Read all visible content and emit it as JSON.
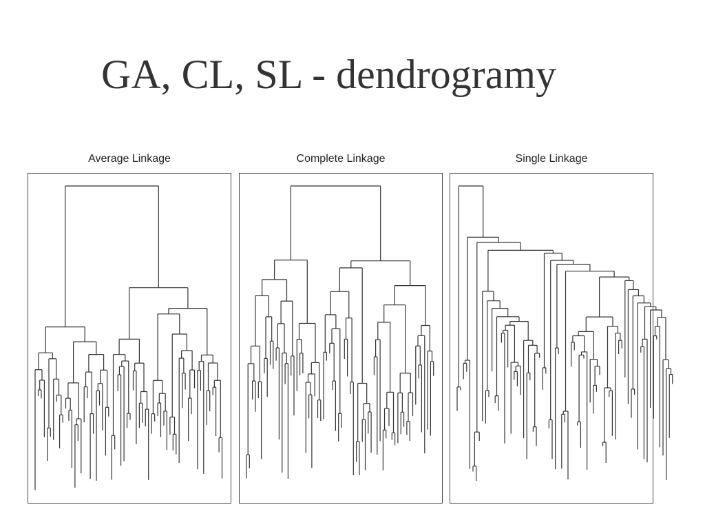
{
  "slide": {
    "title": "GA, CL, SL - dendrogramy"
  },
  "panels": [
    {
      "id": "average",
      "title": "Average Linkage"
    },
    {
      "id": "complete",
      "title": "Complete Linkage"
    },
    {
      "id": "single",
      "title": "Single Linkage"
    }
  ]
}
